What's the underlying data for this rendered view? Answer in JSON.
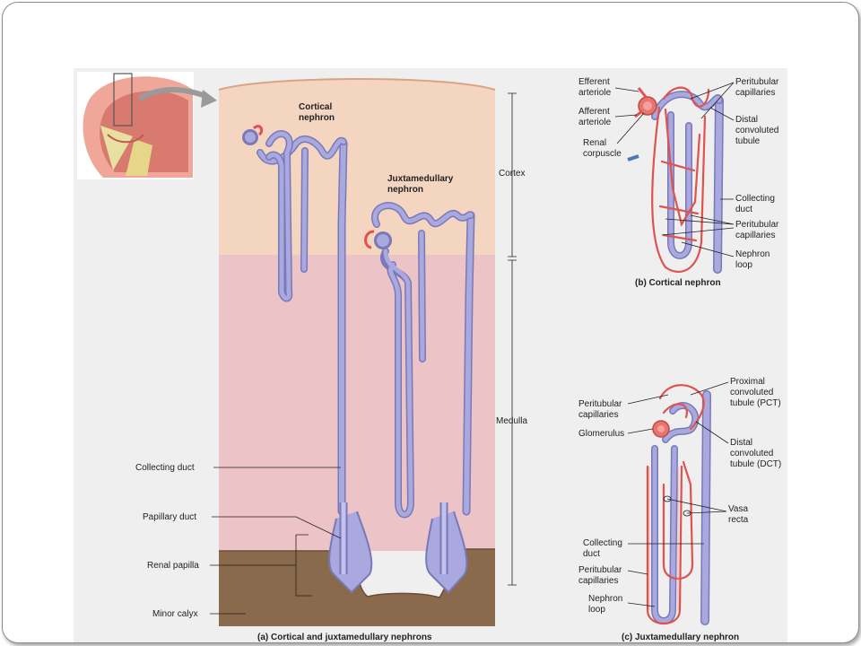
{
  "panel_a": {
    "cortical_nephron": "Cortical\nnephron",
    "juxtamedullary_nephron": "Juxtamedullary\nnephron",
    "cortex": "Cortex",
    "medulla": "Medulla",
    "collecting_duct": "Collecting duct",
    "papillary_duct": "Papillary duct",
    "renal_papilla": "Renal papilla",
    "minor_calyx": "Minor calyx",
    "caption": "(a) Cortical and juxtamedullary nephrons"
  },
  "panel_b": {
    "efferent_arteriole": "Efferent\narteriole",
    "afferent_arteriole": "Afferent\narteriole",
    "renal_corpuscle": "Renal\ncorpuscle",
    "peritubular_capillaries_top": "Peritubular\ncapillaries",
    "distal_convoluted_tubule": "Distal\nconvoluted\ntubule",
    "collecting_duct": "Collecting\nduct",
    "peritubular_capillaries_mid": "Peritubular\ncapillaries",
    "nephron_loop": "Nephron\nloop",
    "caption": "(b) Cortical nephron"
  },
  "panel_c": {
    "proximal_convoluted_tubule": "Proximal\nconvoluted\ntubule (PCT)",
    "peritubular_capillaries_top": "Peritubular\ncapillaries",
    "glomerulus": "Glomerulus",
    "distal_convoluted_tubule": "Distal\nconvoluted\ntubule (DCT)",
    "vasa_recta": "Vasa\nrecta",
    "collecting_duct": "Collecting\nduct",
    "peritubular_capillaries_bottom": "Peritubular\ncapillaries",
    "nephron_loop": "Nephron\nloop",
    "caption": "(c) Juxtamedullary nephron"
  },
  "colors": {
    "cortex": "#f3d5c0",
    "medulla": "#ecc3c7",
    "calyx": "#8a6a4d",
    "tubule": "#a9a8df",
    "tubule_edge": "#7a79b8",
    "capillary": "#e0524e",
    "glomerulus": "#e8736f"
  }
}
